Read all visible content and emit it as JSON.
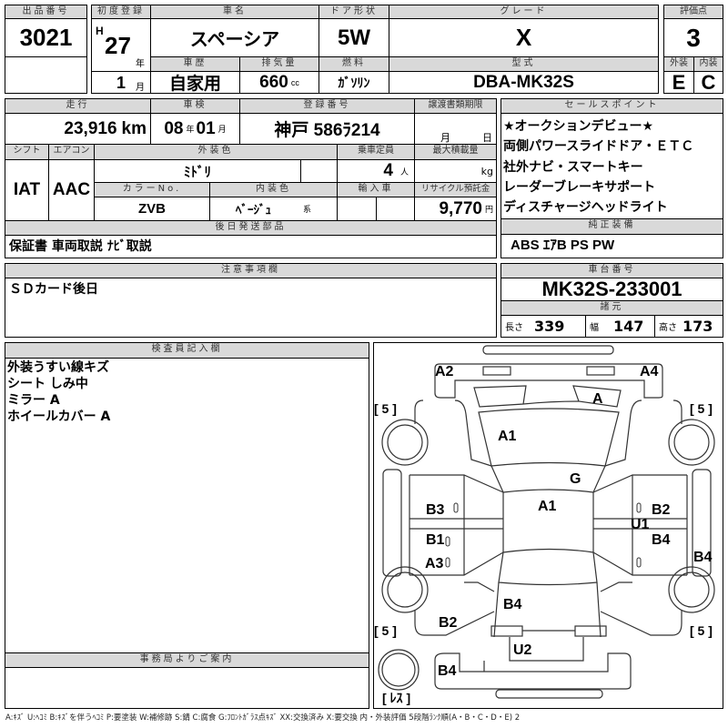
{
  "lot": {
    "header": "出品番号",
    "value": "3021"
  },
  "first_reg": {
    "header": "初度登録",
    "era": "H",
    "year": "27",
    "year_unit": "年",
    "month": "1",
    "month_unit": "月"
  },
  "car_name": {
    "header": "車名",
    "value": "スペーシア"
  },
  "door": {
    "header": "ドア形状",
    "value": "5W"
  },
  "grade": {
    "header": "グレード",
    "value": "X"
  },
  "score": {
    "header": "評価点",
    "value": "3",
    "ext_header": "外装",
    "ext_value": "E",
    "int_header": "内装",
    "int_value": "C"
  },
  "history": {
    "header": "車歴",
    "value": "自家用"
  },
  "displacement": {
    "header": "排気量",
    "value": "660",
    "unit": "cc"
  },
  "fuel": {
    "header": "燃料",
    "value": "ｶﾞｿﾘﾝ"
  },
  "model": {
    "header": "型式",
    "value": "DBA-MK32S"
  },
  "mileage": {
    "header": "走行",
    "value": "23,916",
    "unit": "km"
  },
  "inspection": {
    "header": "車検",
    "year": "08",
    "year_unit": "年",
    "month": "01",
    "month_unit": "月"
  },
  "plate": {
    "header": "登録番号",
    "value": "神戸 586ﾗ214"
  },
  "transfer": {
    "header": "譲渡書類期限",
    "month_unit": "月",
    "day_unit": "日"
  },
  "shift": {
    "header": "シフト",
    "value": "IAT"
  },
  "aircon": {
    "header": "エアコン",
    "value": "AAC"
  },
  "ext_color": {
    "header": "外装色",
    "value": "ﾐﾄﾞﾘ"
  },
  "capacity": {
    "header": "乗車定員",
    "value": "4",
    "unit": "人"
  },
  "max_load": {
    "header": "最大積載量",
    "unit": "kg"
  },
  "color_no": {
    "header": "カラーNo.",
    "value": "ZVB"
  },
  "int_color": {
    "header": "内装色",
    "value": "ﾍﾞｰｼﾞｭ",
    "suffix": "系"
  },
  "import": {
    "header": "輸入車"
  },
  "recycle": {
    "header": "リサイクル預託金",
    "value": "9,770",
    "unit": "円"
  },
  "later_parts": {
    "header": "後日発送部品",
    "value": "保証書 車両取説 ﾅﾋﾞ取説"
  },
  "sales_points": {
    "header": "セールスポイント",
    "items": [
      "★オークションデビュー★",
      "両側パワースライドドア・ＥＴＣ",
      "社外ナビ・スマートキー",
      "レーダーブレーキサポート",
      "ディスチャージヘッドライト"
    ]
  },
  "equipment": {
    "header": "純正装備",
    "value": "ABS ｴｱB PS PW"
  },
  "notes": {
    "header": "注意事項欄",
    "value": "ＳＤカード後日"
  },
  "chassis": {
    "header": "車台番号",
    "value": "MK32S-233001"
  },
  "specs": {
    "header": "諸元",
    "length_label": "長さ",
    "length": "339",
    "width_label": "幅",
    "width": "147",
    "height_label": "高さ",
    "height": "173"
  },
  "inspector": {
    "header": "検査員記入欄",
    "lines": [
      "外装うすい線キズ",
      "シート しみ中",
      "ミラー A",
      "ホイールカバー A"
    ]
  },
  "office": {
    "header": "事務局よりご案内"
  },
  "diagram": {
    "labels": [
      "A2",
      "A4",
      "A",
      "A1",
      "G",
      "A1",
      "B3",
      "B2",
      "U1",
      "B1",
      "B4",
      "B4",
      "A3",
      "B4",
      "B2",
      "U2",
      "B4"
    ],
    "tire_fl": "[ 5 ]",
    "tire_fr": "[ 5 ]",
    "tire_rl": "[ 5 ]",
    "tire_rr": "[ 5 ]",
    "spare": "[ ﾚｽ ]"
  },
  "legend": "A:ｷｽﾞ U:ﾍｺﾐ B:ｷｽﾞを伴うﾍｺﾐ P:要塗装 W:補修跡 S:錆 C:腐食 G:ﾌﾛﾝﾄｶﾞﾗｽ点ｷｽﾞ XX:交換済み X:要交換 内・外装評価 5段階ﾗﾝｸ順(A・B・C・D・E) 2"
}
